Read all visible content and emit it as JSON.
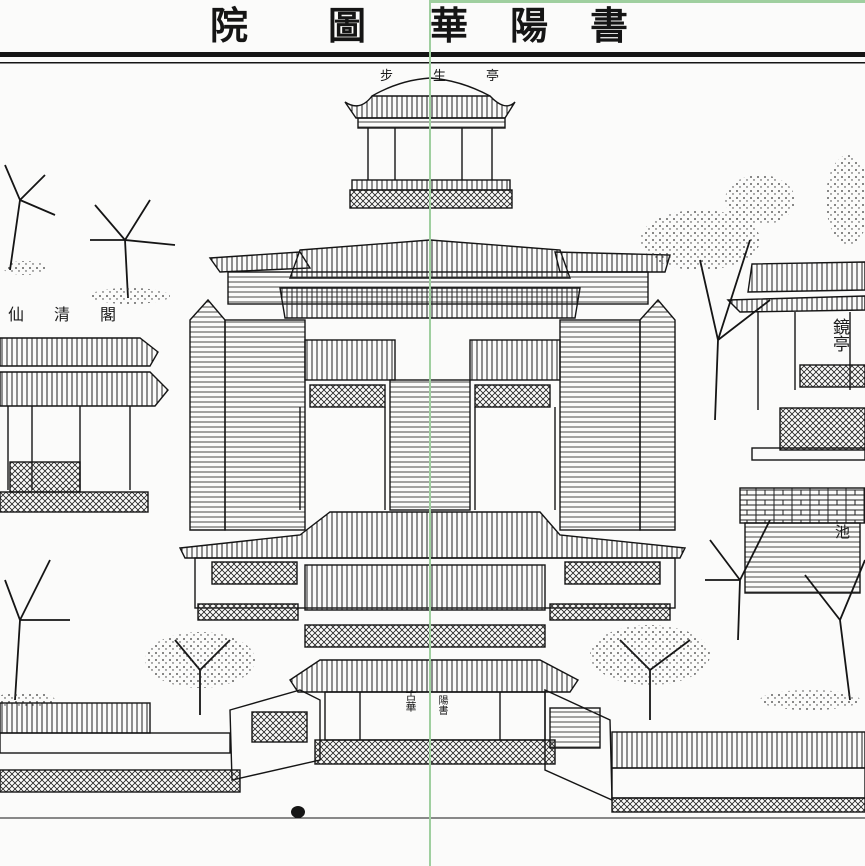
{
  "title": {
    "right": "華陽書",
    "left": "院圖"
  },
  "labels": {
    "top_pavilion": "步生亭",
    "west_pavilion": "仙清閣",
    "east_pavilion": "鏡亭",
    "pond": "池",
    "gate_left": "古華",
    "gate_right": "陽書"
  },
  "colors": {
    "ink": "#151515",
    "paper": "#fbfbfa",
    "fold_line": "#9fcf9f"
  }
}
